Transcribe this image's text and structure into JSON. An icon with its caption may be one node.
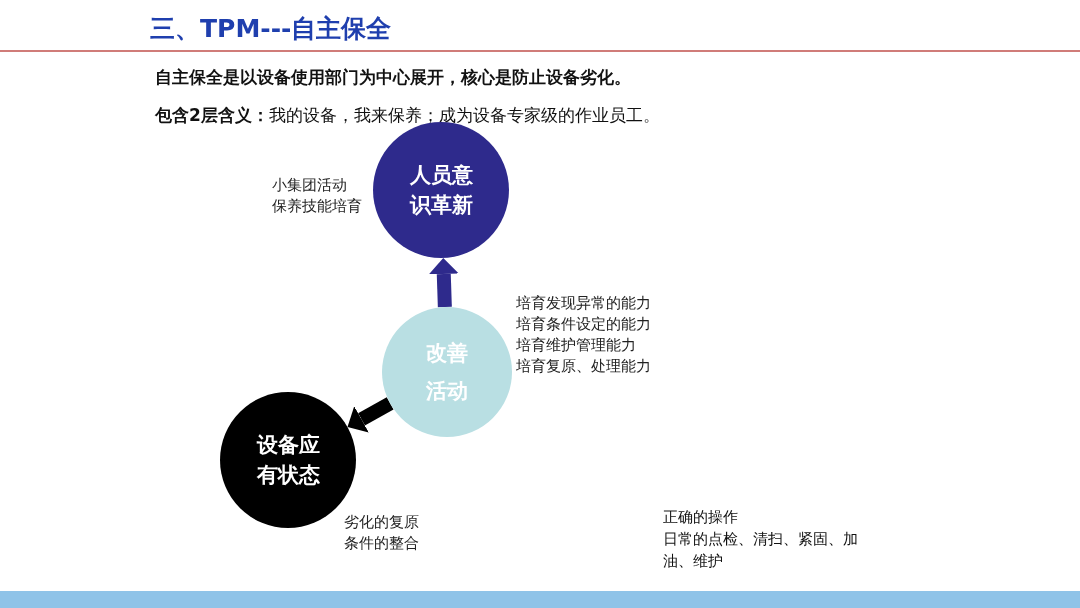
{
  "diagram": {
    "title": "三、TPM---自主保全",
    "nodes": [
      {
        "text": [
          "人员意识革新"
        ],
        "beside": [
          "小集团活动",
          "保养技能培育"
        ]
      },
      {
        "text": [
          "改善活动"
        ],
        "beside": [
          "培育发现异常的能力",
          "培育条件设定的能力",
          "培育维护管理能力",
          "培育复原、处理能力"
        ]
      },
      {
        "text": [
          "设备应有状态"
        ],
        "beside": [
          "劣化的复原",
          "条件的整合"
        ]
      }
    ],
    "edges": [
      {
        "from": 1,
        "to": 0,
        "arrow": "to",
        "color": "#2e2a8c"
      },
      {
        "from": 1,
        "to": 2,
        "arrow": "to",
        "color": "#000000"
      }
    ],
    "labels": [
      "**自主保全是以设备使用部门为中心展开，核心是防止设备劣化。**",
      "**包含2层含义：**我的设备，我来保养；成为设备专家级的作业员工。",
      "正确的操作",
      "日常的点检、清扫、紧固、加油、维护"
    ]
  }
}
